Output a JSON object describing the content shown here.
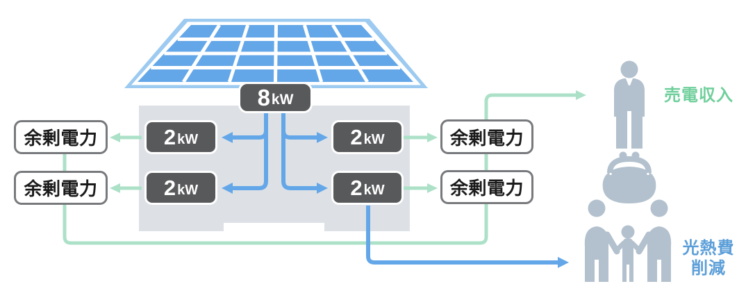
{
  "diagram_title": "solar-power-flow",
  "solar_panel": {
    "capacity": {
      "value": "8",
      "unit": "kW"
    }
  },
  "panel_groups": [
    {
      "value": "2",
      "unit": "kW"
    },
    {
      "value": "2",
      "unit": "kW"
    },
    {
      "value": "2",
      "unit": "kW"
    },
    {
      "value": "2",
      "unit": "kW"
    }
  ],
  "surplus_labels": [
    "余剰電力",
    "余剰電力",
    "余剰電力",
    "余剰電力"
  ],
  "outcomes": {
    "sell": {
      "label": "売電収入"
    },
    "save": {
      "label_line1": "光熱費",
      "label_line2": "削減"
    }
  },
  "icons": {
    "solar_panel": "solar-panel-icon",
    "house": "house-icon",
    "businessman": "businessman-icon",
    "coin_purse": "coin-purse-icon",
    "family": "family-icon"
  },
  "colors": {
    "flow_green": "#ACE1C8",
    "flow_blue": "#64A7E8",
    "sell_text_green": "#6FCF9B",
    "save_text_blue": "#5B9ED8",
    "dark_badge": "#58595B",
    "house_gray": "#DDE1E6",
    "panel_cell_blue": "#64A7E8",
    "panel_rim_blue": "#9CCAF0",
    "icon_gray_blue": "#B3C1CE"
  }
}
